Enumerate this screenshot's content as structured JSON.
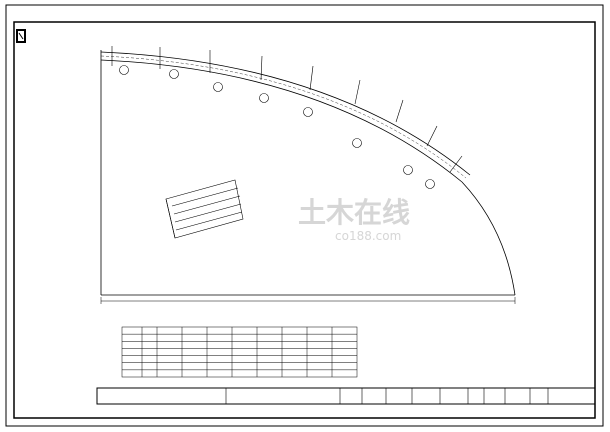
{
  "drawing": {
    "elevation_title": "",
    "table_title": "",
    "notes_heading": "",
    "notes": [
      "",
      "",
      ""
    ],
    "arch_segment_labels": [
      "",
      "",
      "",
      "",
      "",
      "",
      "",
      "",
      "",
      ""
    ],
    "arch_node_labels": [
      "",
      "",
      "",
      "",
      "",
      "",
      "",
      "",
      "",
      ""
    ],
    "left_annotation_1": "",
    "left_annotation_2": "",
    "left_dimension": "",
    "bottom_dimension": ""
  },
  "title_block": {
    "project": "",
    "drawing_name": "",
    "design_label": "",
    "check_label": "",
    "review_label": "",
    "drawing_no_label": "",
    "drawing_no_value": "",
    "date_label": ""
  },
  "watermark": {
    "name": "土木在线",
    "site": "co188.com"
  },
  "table": {
    "rows": 7,
    "cols": 10
  },
  "colors": {
    "line": "#000000",
    "watermark": "#d6d6d6"
  }
}
